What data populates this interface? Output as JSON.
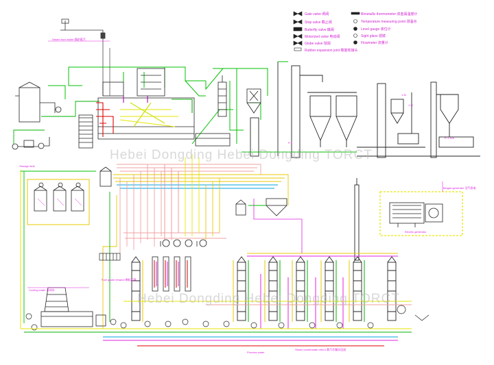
{
  "legend": {
    "items": [
      {
        "symbol": "gate-valve",
        "label": "Gate valve  闸阀"
      },
      {
        "symbol": "stop-valve",
        "label": "Stop valve  截止阀"
      },
      {
        "symbol": "butterfly-valve",
        "label": "Butterfly valve  蝶阀"
      },
      {
        "symbol": "motor-valve",
        "label": "Motorized valve  电动阀"
      },
      {
        "symbol": "globe-valve",
        "label": "Globe valve  球阀"
      },
      {
        "symbol": "rubber-joint",
        "label": "Rubber expansion joint  橡胶软接头"
      },
      {
        "symbol": "thermometer",
        "label": "Bimetallic thermometer  双金属温度计"
      },
      {
        "symbol": "temperature-point",
        "label": "Temperature measuring point  测温点"
      },
      {
        "symbol": "level-gauge",
        "label": "Level gauge  液位计"
      },
      {
        "symbol": "sight-glass",
        "label": "Sight glass  视镜"
      },
      {
        "symbol": "flowmeter",
        "label": "Flowmeter  流量计"
      }
    ]
  },
  "labels": {
    "steam_note": "Steam from boiler  锅炉蒸汽",
    "cooling_note": "Cooling water  冷却水",
    "feed_note": "Fuel grade ethanol  燃料乙醇",
    "generator_title": "Biogas generator  沼气发电",
    "generator_sub": "Electric generator",
    "bottom_note": "Steam condensate return  蒸汽冷凝水回流",
    "bottom_left_note": "Process water",
    "tank_note": "Storage tank"
  },
  "watermark": {
    "top": "Hebei Dongding   Hebei Dongding   TORCT",
    "bottom": "Hebei Dongding   Hebei Dongding   TORCT"
  }
}
